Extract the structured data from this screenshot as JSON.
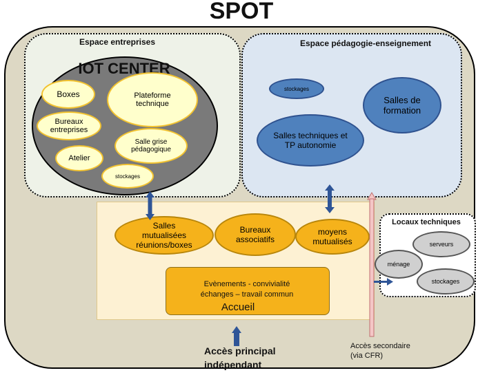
{
  "title": "SPOT",
  "espace_entreprises": {
    "label": "Espace entreprises",
    "iot_center": {
      "label": "IOT CENTER",
      "items": [
        "Boxes",
        "Plateforme technique",
        "Bureaux entreprises",
        "Salle grise pédagogique",
        "Atelier",
        "stockages"
      ]
    }
  },
  "espace_pedagogie": {
    "label": "Espace pédagogie-enseignement",
    "items": [
      "stockages",
      "Salles de formation",
      "Salles techniques et TP autonomie"
    ]
  },
  "zone_commune": {
    "items": [
      "Salles mutualisées réunions/boxes",
      "Bureaux associatifs",
      "moyens mutualisés"
    ],
    "accueil": {
      "line1": "Evènements - convivialité",
      "line2": "échanges – travail commun",
      "label": "Accueil"
    }
  },
  "locaux_techniques": {
    "label": "Locaux techniques",
    "items": [
      "serveurs",
      "ménage",
      "stockages"
    ]
  },
  "acces_principal": {
    "line1": "Accès principal",
    "line2": "indépendant"
  },
  "acces_secondaire": {
    "line1": "Accès secondaire",
    "line2": "(via CFR)"
  },
  "colors": {
    "building": "#ddd8c4",
    "left_zone": "#eef2e8",
    "right_zone": "#dce6f2",
    "iot": "#7a7a7a",
    "yellow_bubble": "#ffffcc",
    "blue_bubble": "#4f81bd",
    "common_zone": "#fdf1d3",
    "orange": "#f5b21b",
    "grey_bubble": "#d0d0d0",
    "arrow": "#2f5597",
    "pink_arrow": "#f4c6c6"
  }
}
